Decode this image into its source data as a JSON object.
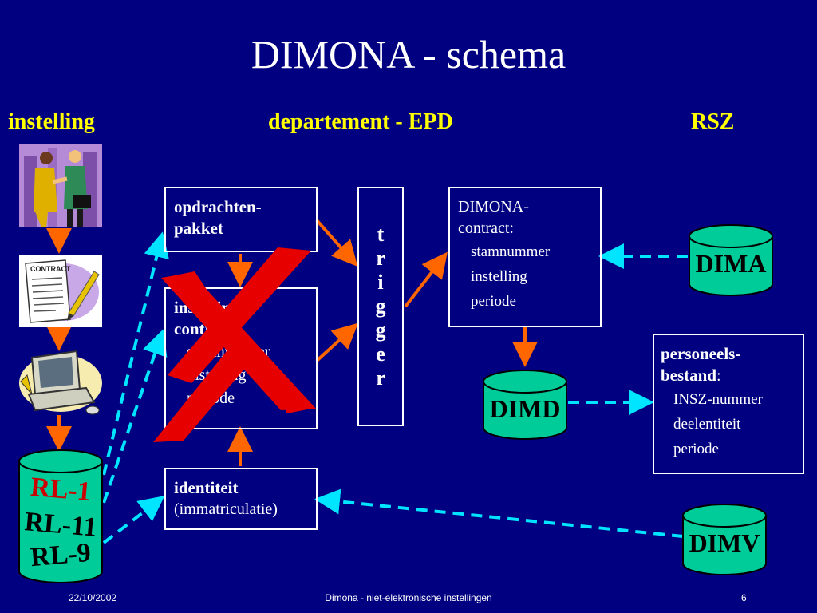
{
  "title": "DIMONA - schema",
  "columns": {
    "left": "instelling",
    "middle": "departement - EPD",
    "right": "RSZ"
  },
  "boxes": {
    "opdracht": {
      "line1": "opdrachten-",
      "line2": "pakket"
    },
    "instelling_contract": {
      "line1": "instelling-",
      "line2": "contract",
      "colon": ":",
      "items": [
        "stamnummer",
        "instelling",
        "periode"
      ]
    },
    "identiteit": {
      "title": "identiteit",
      "sub": "(immatriculatie)"
    },
    "trigger": [
      "t",
      "r",
      "i",
      "g",
      "g",
      "e",
      "r"
    ],
    "dimona_contract": {
      "line1": "DIMONA-",
      "line2": "contract",
      "colon": ":",
      "items": [
        "stamnummer",
        "instelling",
        "periode"
      ]
    },
    "personeels": {
      "line1": "personeels-",
      "line2": "bestand",
      "colon": ":",
      "items": [
        "INSZ-nummer",
        "deelentiteit",
        "periode"
      ]
    }
  },
  "databases": {
    "dima": "DIMA",
    "dimd": "DIMD",
    "dimv": "DIMV",
    "rl": [
      "RL-1",
      "RL-11",
      "RL-9"
    ]
  },
  "colors": {
    "background": "#000080",
    "heading": "#ffff00",
    "arrow_solid": "#ff6600",
    "arrow_dashed": "#00e5ff",
    "db_fill": "#00cc99",
    "cross": "#e60000",
    "rl1": "#cc0000"
  },
  "icons": [
    "handshake-clipart-icon",
    "contract-clipart-icon",
    "computer-clipart-icon"
  ],
  "footer": {
    "date": "22/10/2002",
    "center": "Dimona - niet-elektronische instellingen",
    "page": "6"
  }
}
